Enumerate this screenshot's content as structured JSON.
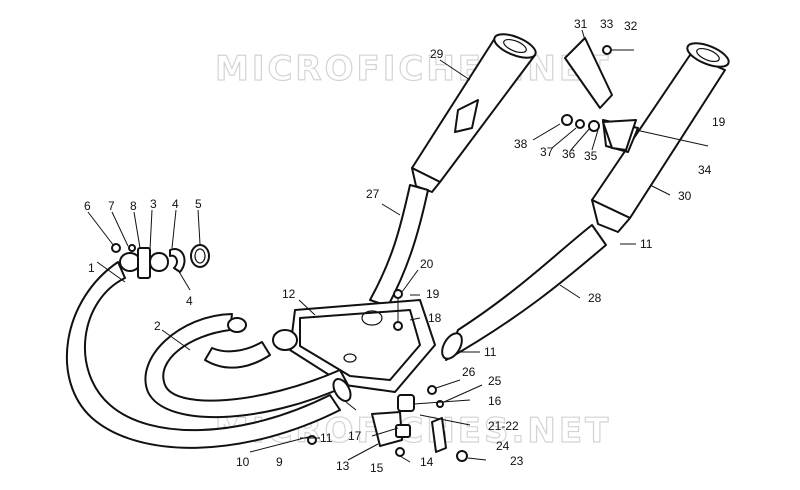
{
  "watermark": {
    "text": "MICROFICHES.NET",
    "color": "#d4d4d4"
  },
  "callouts": {
    "c1": "1",
    "c2": "2",
    "c3": "3",
    "c4a": "4",
    "c4b": "4",
    "c5": "5",
    "c6": "6",
    "c7": "7",
    "c8": "8",
    "c9": "9",
    "c10": "10",
    "c11a": "11",
    "c11b": "11",
    "c11c": "11",
    "c12": "12",
    "c13": "13",
    "c14": "14",
    "c15": "15",
    "c16": "16",
    "c17": "17",
    "c18": "18",
    "c19a": "19",
    "c19b": "19",
    "c20": "20",
    "c21_22": "21-22",
    "c23": "23",
    "c24": "24",
    "c25": "25",
    "c26": "26",
    "c27": "27",
    "c28": "28",
    "c29": "29",
    "c30": "30",
    "c31": "31",
    "c32": "32",
    "c33": "33",
    "c34": "34",
    "c35": "35",
    "c36": "36",
    "c37": "37",
    "c38": "38"
  },
  "colors": {
    "line": "#111111",
    "background": "#ffffff"
  }
}
